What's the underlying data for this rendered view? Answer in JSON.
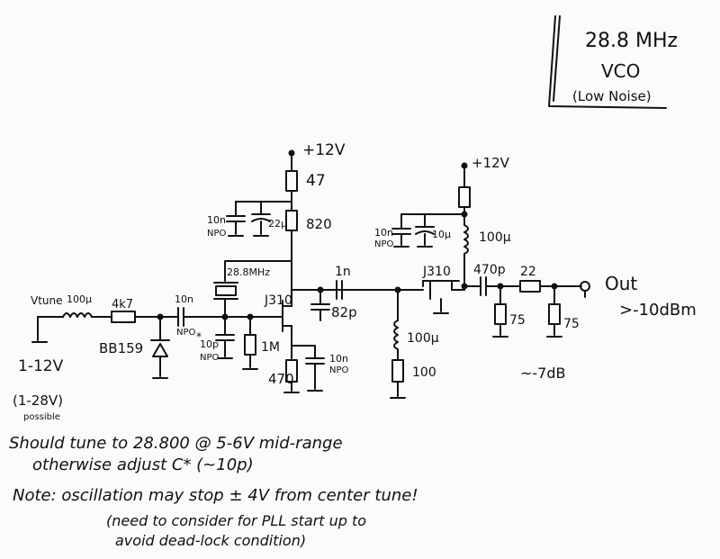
{
  "title": {
    "line1": "28.8 MHz",
    "line2": "VCO",
    "line3": "(Low Noise)"
  },
  "supply": {
    "left": "+12V",
    "right": "+12V"
  },
  "components": {
    "r_47": "47",
    "r_820": "820",
    "c_10n_a": "10n",
    "npo_a": "NPO",
    "c_22u": "22μ",
    "xtal": "28.8MHz",
    "jfet1": "J310",
    "c_1n": "1n",
    "c_82p": "82p",
    "vtune": "Vtune",
    "l_100u_a": "100μ",
    "r_4k7": "4k7",
    "c_10n_b": "10n",
    "npo_b": "NPO",
    "c_10p": "10p",
    "c_star": "*",
    "npo_c": "NPO",
    "r_1m": "1M",
    "diode": "BB159",
    "r_470": "470",
    "c_10n_c": "10n",
    "npo_d": "NPO",
    "l_100u_b": "100μ",
    "r_100": "100",
    "c_10n_d": "10n",
    "npo_e": "NPO",
    "c_10u": "10μ",
    "l_100u_c": "100μ",
    "jfet2": "J310",
    "c_470p": "470p",
    "r_22": "22",
    "r_75a": "75",
    "r_75b": "75",
    "out": "Out",
    "out_level": ">-10dBm",
    "atten": "~-7dB"
  },
  "range": {
    "main": "1-12V",
    "alt": "(1-28V)",
    "alt2": "possible"
  },
  "notes": {
    "n1": "Should tune to 28.800 @ 5-6V mid-range",
    "n2": "otherwise adjust C* (~10p)",
    "n3": "Note: oscillation may stop ± 4V from center tune!",
    "n4": "(need to consider for PLL start up to",
    "n5": "avoid dead-lock condition)"
  }
}
